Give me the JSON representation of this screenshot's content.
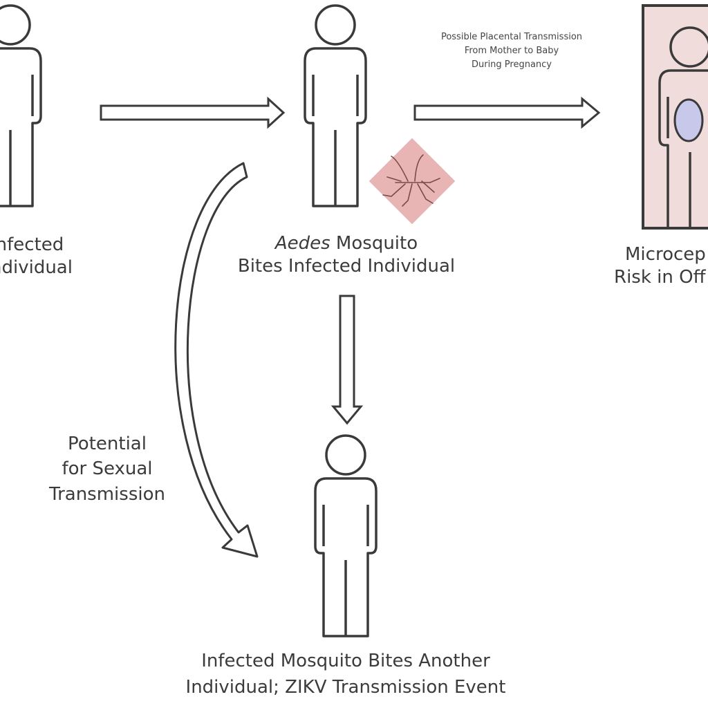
{
  "labels": {
    "left_person": [
      "Infected",
      "ndividual"
    ],
    "placental": [
      "Possible Placental Transmission",
      "From Mother to Baby",
      "During Pregnancy"
    ],
    "microcephaly": [
      "Microcep",
      "Risk in Off"
    ],
    "mosquito_bites": {
      "italic": "Aedes",
      "rest": " Mosquito",
      "line2": "Bites Infected Individual"
    },
    "sexual": [
      "Potential",
      "for Sexual",
      "Transmission"
    ],
    "bottom": [
      "Infected Mosquito Bites Another",
      "Individual; ZIKV Transmission Event"
    ]
  },
  "colors": {
    "outline": "#3a3a3a",
    "highlight": "#e9b4b4",
    "box_fill": "#f1dcdc",
    "fetus": "#c7c8ea",
    "dashed": "#a8a8a8"
  },
  "icons": [
    "person-icon",
    "pregnant-person-icon",
    "mosquito-icon",
    "arrow-right-icon",
    "arrow-down-icon",
    "curved-arrow-icon",
    "dashed-arrow-icon"
  ]
}
